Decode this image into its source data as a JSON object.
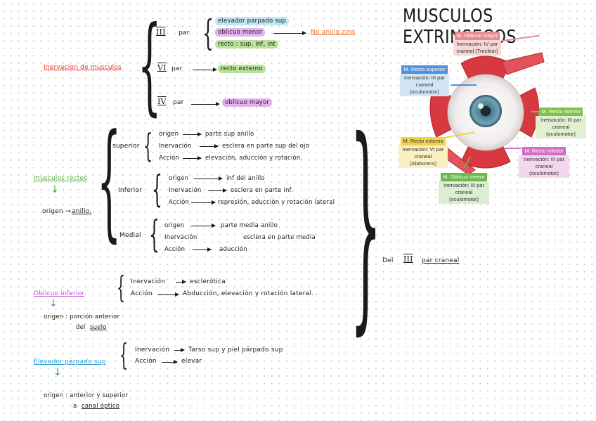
{
  "left": {
    "inervacion_title": "Inervacion de musculos",
    "iii_numeral": "III",
    "iii_par": "par",
    "iii_items": [
      "elevador parpado sup",
      "oblicuo menor",
      "recto : sup, inf, int"
    ],
    "no_anillo": "No anillo zinn",
    "vi_numeral": "VI",
    "vi_par": "par",
    "vi_item": "recto externo",
    "iv_numeral": "IV",
    "iv_par": "par",
    "iv_item": "oblicuo mayor",
    "musculos_rectos": "musculos rectos",
    "origen_anillo_label": "origen →",
    "origen_anillo_value": "anillo.",
    "superior": {
      "label": "superior",
      "rows": [
        {
          "k": "origen",
          "v": "parte sup anillo"
        },
        {
          "k": "Inervación",
          "v": "esclera en parte sup del ojo"
        },
        {
          "k": "Acción",
          "v": "elevación, aducción y rotación."
        }
      ]
    },
    "inferior": {
      "label": "Inferior",
      "rows": [
        {
          "k": "origen",
          "v": "inf del anillo"
        },
        {
          "k": "Inervación",
          "v": "esclera en parte inf."
        },
        {
          "k": "Acción",
          "v": "represión, aducción y rotación lateral"
        }
      ]
    },
    "medial": {
      "label": "Medial",
      "rows": [
        {
          "k": "origen",
          "v": "parte media anillo"
        },
        {
          "k": "Inervación",
          "v": "esclera en parte media"
        },
        {
          "k": "Acción",
          "v": "aducción"
        }
      ]
    },
    "del_iii_prefix": "Del",
    "del_iii_numeral": "III",
    "del_iii_suffix": "par craneal",
    "oblicuo_inferior": "Oblicuo inferior",
    "oi_rows": [
      {
        "k": "Inervación",
        "v": "esclerótica"
      },
      {
        "k": "Acción",
        "v": "Abducción, elevación y rotación lateral."
      }
    ],
    "oi_origen_1": "origen : porción anterior",
    "oi_origen_2_pre": "del",
    "oi_origen_2_u": "suelo",
    "elevador": "Elevador párpado sup",
    "el_rows": [
      {
        "k": "Inervación",
        "v": "Tarso sup y piel párpado sup"
      },
      {
        "k": "Acción",
        "v": "elevar"
      }
    ],
    "el_origen_1": "origen : anterior y superior",
    "el_origen_2_pre": "a",
    "el_origen_2_u": "canal óptico"
  },
  "right": {
    "title": "MUSCULOS EXTRINSECOS",
    "labels": [
      {
        "id": "oblicuo-mayor",
        "title": "M. Oblicuo mayor",
        "sub": "Inervación: IV par craneal (Troclear)",
        "color": "#e88a8f",
        "subcolor": "#f6d6d6"
      },
      {
        "id": "recto-superior",
        "title": "M. Recto superior",
        "sub": "Inervación: III par craneal (oculomotor)",
        "color": "#4e92d8",
        "subcolor": "#d3e6f7"
      },
      {
        "id": "recto-interno",
        "title": "M. Recto interno",
        "sub": "Inervación: III par craneal (oculomotor)",
        "color": "#7fc24a",
        "subcolor": "#e0f0d0"
      },
      {
        "id": "recto-externo",
        "title": "M. Recto externo",
        "sub": "Inervación: VI par craneal (Abducens)",
        "color": "#f1d14a",
        "subcolor": "#faf0c2"
      },
      {
        "id": "recto-inferior",
        "title": "M. Recto inferior",
        "sub": "Inervación: III par craneal (oculomotor)",
        "color": "#d36ec6",
        "subcolor": "#f3d7ef"
      },
      {
        "id": "oblicuo-menor",
        "title": "M. Oblicuo menor",
        "sub": "Inervación: III par craneal (oculomotor)",
        "color": "#68b84a",
        "subcolor": "#dbeed2"
      }
    ]
  },
  "colors": {
    "highlight_blue": "#bfe6f5",
    "highlight_purple": "#e3b3f0",
    "highlight_green": "#b9e39a",
    "red": "#e8362a",
    "orange": "#f0712a",
    "purple": "#b84fd6",
    "blue": "#1e97d6",
    "green": "#4caf2a"
  }
}
